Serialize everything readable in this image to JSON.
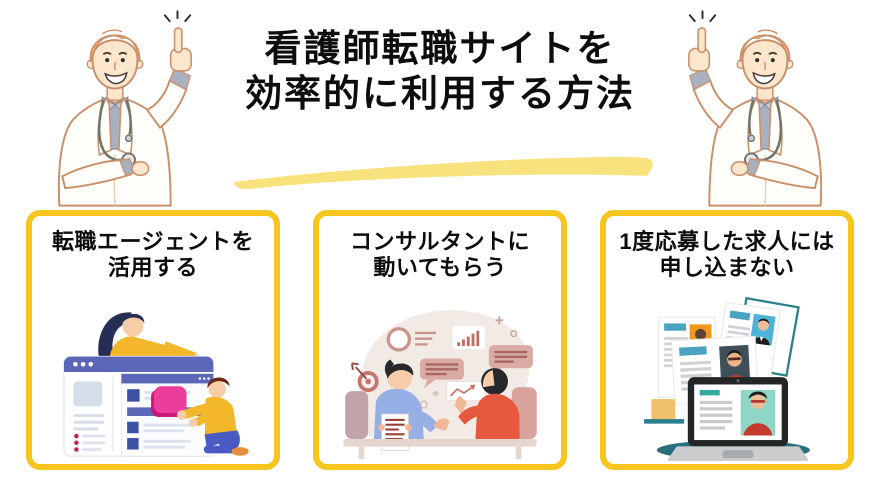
{
  "header": {
    "title_line1": "看護師転職サイトを",
    "title_line2": "効率的に利用する方法",
    "left_illustration": "doctor-pointing-up",
    "right_illustration": "doctor-pointing-up-mirrored",
    "underline": "yellow-brush-highlight"
  },
  "cards": [
    {
      "title_line1": "転職エージェントを",
      "title_line2": "活用する",
      "illustration": "two-people-building-browser-page"
    },
    {
      "title_line1": "コンサルタントに",
      "title_line2": "動いてもらう",
      "illustration": "consultant-meeting-at-table"
    },
    {
      "title_line1": "1度応募した求人には",
      "title_line2": "申し込まない",
      "illustration": "laptop-with-resume-papers"
    }
  ],
  "colors": {
    "background": "#FFFFFF",
    "title_text": "#0D0D0D",
    "card_border": "#F6C51E",
    "highlight_underline": "#F8E27D",
    "accent_yellow_clothing": "#F2B72B",
    "accent_pink": "#EC3D9B",
    "accent_indigo": "#5C67B8",
    "accent_red": "#E6593F",
    "accent_teal": "#2A7F8A"
  }
}
